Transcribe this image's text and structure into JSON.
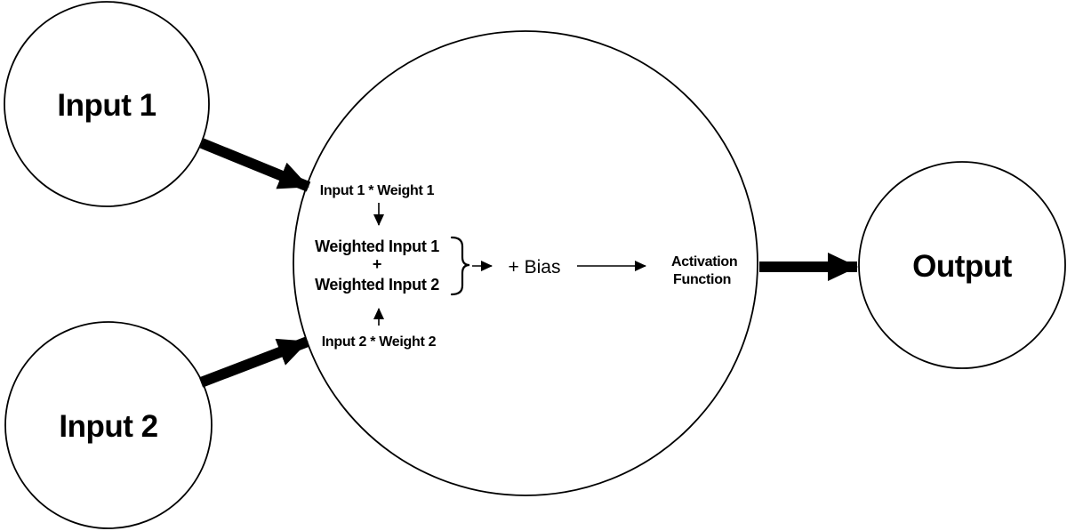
{
  "colors": {
    "ink": "#000000",
    "background": "#ffffff"
  },
  "nodes": {
    "input1": {
      "label": "Input 1"
    },
    "input2": {
      "label": "Input 2"
    },
    "output": {
      "label": "Output"
    }
  },
  "neuron": {
    "product1": "Input 1 * Weight 1",
    "weighted1": "Weighted Input 1",
    "plus": "+",
    "weighted2": "Weighted Input 2",
    "product2": "Input 2 * Weight 2",
    "bias": "+ Bias",
    "activation_line1": "Activation",
    "activation_line2": "Function"
  }
}
